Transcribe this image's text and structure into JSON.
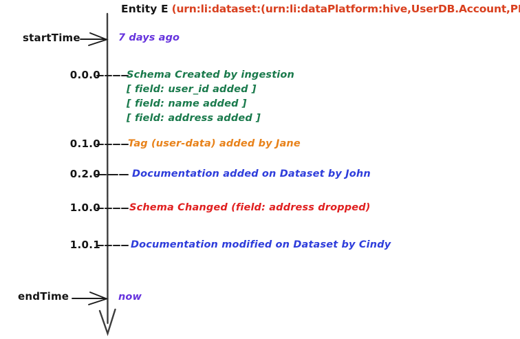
{
  "diagram": {
    "type": "entity-version-timeline",
    "background": "#ffffff",
    "header": {
      "entity_label": "Entity E",
      "entity_urn": "(urn:li:dataset:(urn:li:dataPlatform:hive,UserDB.Account,PROD)",
      "entity_label_color": "#141414",
      "entity_urn_color": "#d9401f"
    },
    "axis": {
      "name": "timeline-axis",
      "color": "#3d3d3d",
      "direction": "top-to-bottom",
      "arrowhead": "down"
    },
    "boundaries": {
      "start": {
        "label": "startTime",
        "value": "7 days ago",
        "value_color": "#6633dd"
      },
      "end": {
        "label": "endTime",
        "value": "now",
        "value_color": "#6633dd"
      }
    },
    "events": [
      {
        "version": "0.0.0",
        "color": "#1a7a4c",
        "text": "Schema Created by ingestion",
        "details": [
          "[ field: user_id added ]",
          "[ field: name added ]",
          "[ field: address added ]"
        ]
      },
      {
        "version": "0.1.0",
        "color": "#e8821a",
        "text": "Tag (user-data) added by Jane",
        "details": []
      },
      {
        "version": "0.2.0",
        "color": "#2e3ddb",
        "text": "Documentation added on Dataset by John",
        "details": []
      },
      {
        "version": "1.0.0",
        "color": "#e02020",
        "text": "Schema Changed (field: address dropped)",
        "details": []
      },
      {
        "version": "1.0.1",
        "color": "#2e3ddb",
        "text": "Documentation modified on Dataset by Cindy",
        "details": []
      }
    ]
  }
}
